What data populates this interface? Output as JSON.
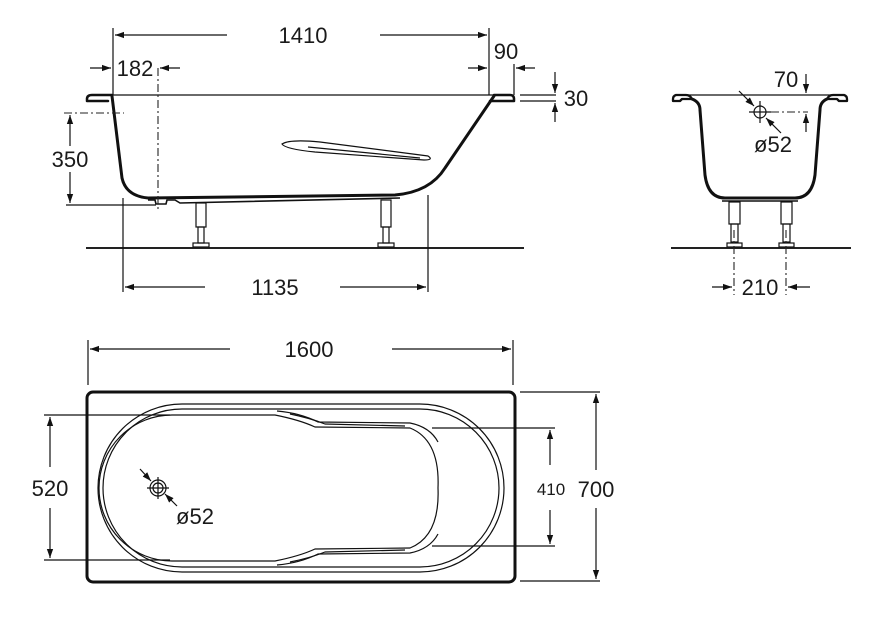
{
  "drawing": {
    "title": "Bathtub technical dimension drawing",
    "units": "mm",
    "line_color": "#111111",
    "background": "#ffffff"
  },
  "side_elevation": {
    "overall_top_length": "1410",
    "head_offset": "182",
    "foot_rim": "90",
    "rim_thickness": "30",
    "overflow_height": "350",
    "base_length": "1135"
  },
  "end_elevation": {
    "overflow_offset": "70",
    "overflow_diameter": "ø52",
    "leg_spacing": "210"
  },
  "plan_view": {
    "overall_length": "1600",
    "overall_width": "700",
    "inner_width": "520",
    "foot_width": "410",
    "drain_diameter": "ø52"
  }
}
